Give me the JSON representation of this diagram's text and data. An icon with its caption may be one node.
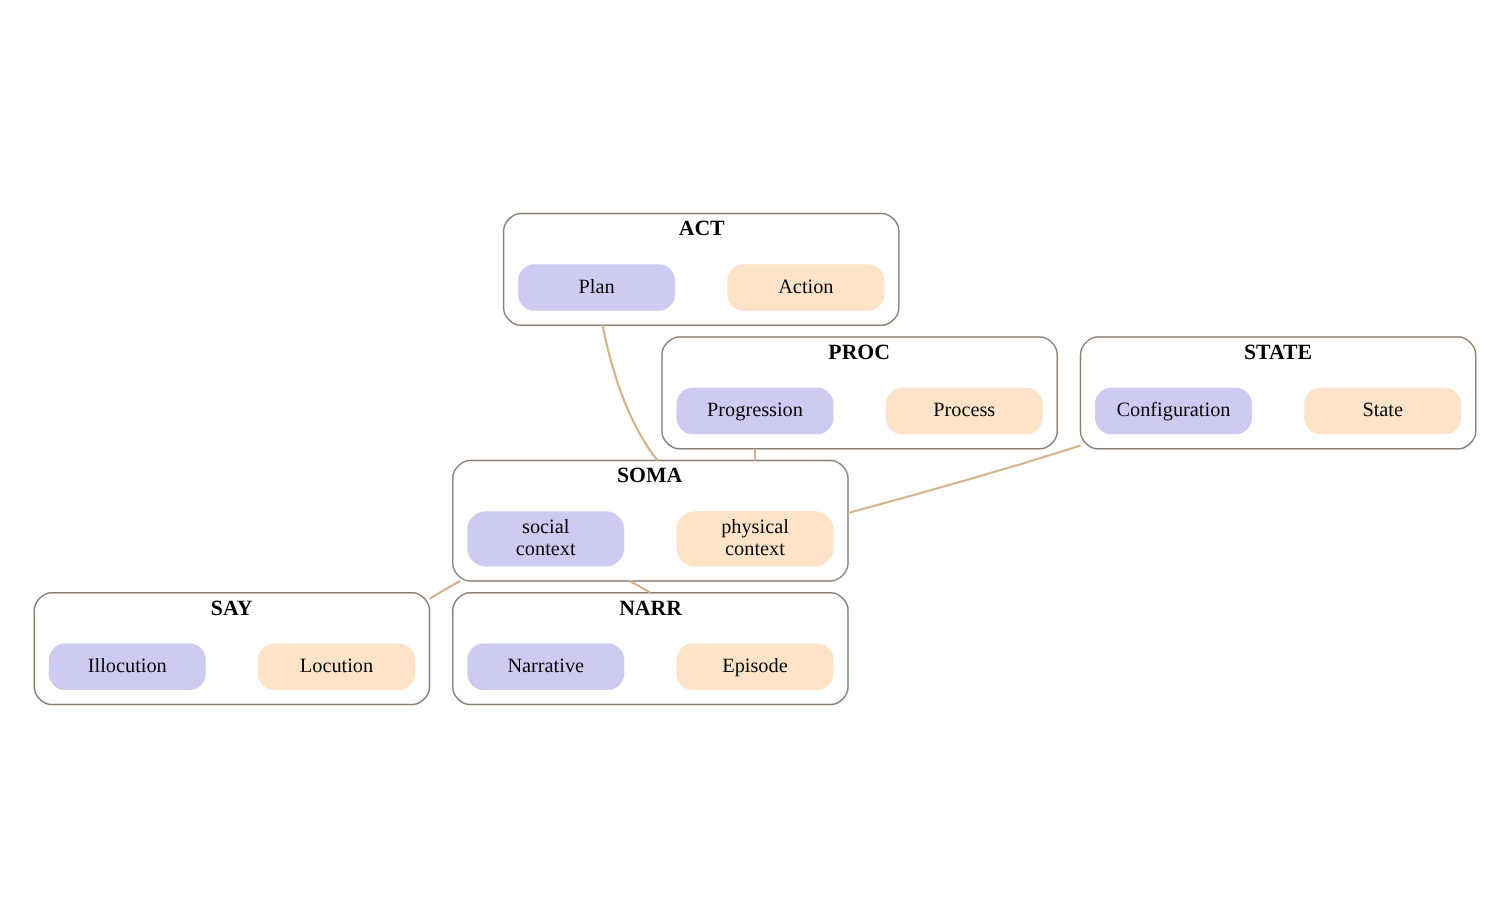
{
  "diagram": {
    "nodes": [
      {
        "text": [
          "ACT"
        ]
      },
      {
        "text": [
          "Action"
        ],
        "in": 0
      },
      {
        "text": [
          "Plan"
        ],
        "in": 0
      },
      {
        "text": [
          "PROC"
        ]
      },
      {
        "text": [
          "Process"
        ],
        "in": 3
      },
      {
        "text": [
          "Progression"
        ],
        "in": 3
      },
      {
        "text": [
          "STATE"
        ]
      },
      {
        "text": [
          "State"
        ],
        "in": 6
      },
      {
        "text": [
          "Configuration"
        ],
        "in": 6
      },
      {
        "text": [
          "SOMA"
        ]
      },
      {
        "text": [
          "physical context"
        ],
        "in": 9
      },
      {
        "text": [
          "social context"
        ],
        "in": 9
      },
      {
        "text": [
          "SAY"
        ]
      },
      {
        "text": [
          "Locution"
        ],
        "in": 12
      },
      {
        "text": [
          "Illocution"
        ],
        "in": 12
      },
      {
        "text": [
          "NARR"
        ]
      },
      {
        "text": [
          "Episode"
        ],
        "in": 15
      },
      {
        "text": [
          "Narrative"
        ],
        "in": 15
      }
    ],
    "edges": [
      {
        "from": 0,
        "to": 9,
        "arrow": "none"
      },
      {
        "from": 3,
        "to": 9,
        "arrow": "none"
      },
      {
        "from": 6,
        "to": 9,
        "arrow": "none"
      },
      {
        "from": 9,
        "to": 12,
        "arrow": "none"
      },
      {
        "from": 9,
        "to": 15,
        "arrow": "none"
      }
    ]
  }
}
